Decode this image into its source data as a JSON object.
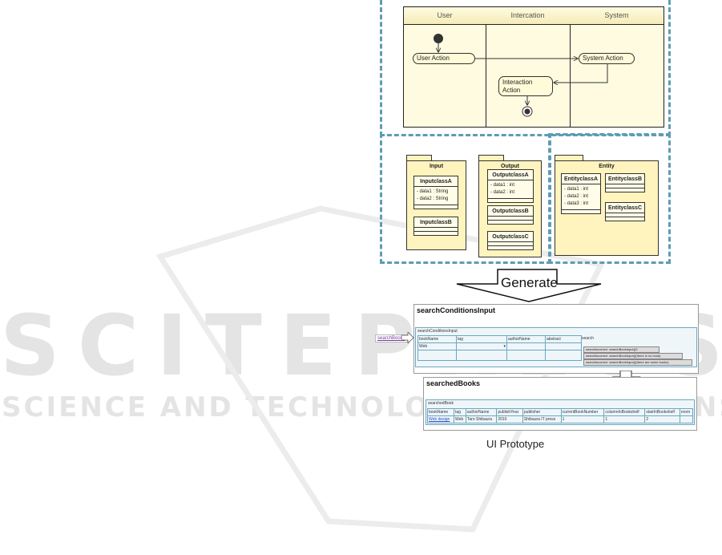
{
  "watermark": {
    "main": "SCITEPRESS",
    "sub": "SCIENCE AND TECHNOLOGY PUBLICATIONS"
  },
  "activity": {
    "lanes": [
      "User",
      "Intercation",
      "System"
    ],
    "user_action": "User Action",
    "system_action": "System Action",
    "interaction_action_1": "Interaction",
    "interaction_action_2": "Action"
  },
  "packages": {
    "input": {
      "name": "Input",
      "classA": {
        "name": "InputclassA",
        "attrs": [
          "- data1 : String",
          "- data2 : String"
        ]
      },
      "classB": {
        "name": "InputclassB"
      }
    },
    "output": {
      "name": "Output",
      "classA": {
        "name": "OutputclassA",
        "attrs": [
          "- data1 : int",
          "- data2 : int"
        ]
      },
      "classB": {
        "name": "OutputclassB"
      },
      "classC": {
        "name": "OutputclassC"
      }
    },
    "entity": {
      "name": "Entity",
      "classA": {
        "name": "EntityclassA",
        "attrs": [
          "- data1 : int",
          "- data2 : int",
          "- data3 : int"
        ]
      },
      "classB": {
        "name": "EntityclassB"
      },
      "classC": {
        "name": "EntityclassC"
      }
    }
  },
  "generate_label": "Generate",
  "search_input": {
    "title": "searchConditionsInput",
    "frame_label": "searchConditionsInput",
    "link": "searchBooks",
    "headers": [
      "bookName",
      "tag",
      "authorName",
      "abstract",
      "search"
    ],
    "input_value": "Web",
    "buttons": [
      "searchIscorrect :searchBookInput()3",
      "searchIscorrect :searchBookInput()(there is no book)",
      "searchIscorrect :searchBookInput()(there are some books)"
    ]
  },
  "searched_books": {
    "title": "searchedBooks",
    "frame_label": "searchedBook",
    "headers": [
      "bookName",
      "tag",
      "authorName",
      "publishYear",
      "publisher",
      "currentBookNumber",
      "columnInBookshelf",
      "stairInBookshelf",
      "room"
    ],
    "row": [
      "Web design",
      "Web",
      "Taro Shibaura",
      "2010",
      "Shibaura IT press",
      "1",
      "1",
      "2",
      ""
    ]
  },
  "caption": "UI Prototype"
}
